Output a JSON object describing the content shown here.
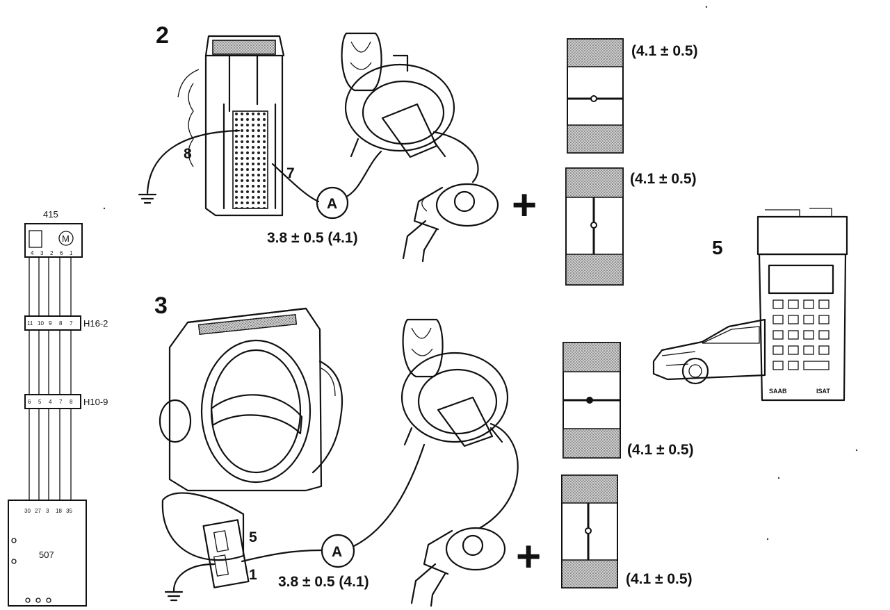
{
  "diagram": {
    "callouts": {
      "step2": "2",
      "step3": "3",
      "step5": "5"
    },
    "wiring": {
      "component_top": "415",
      "motor_symbol": "M",
      "connector_h16": "H16-2",
      "connector_h10": "H10-9",
      "component_bottom": "507",
      "top_pins": [
        "4",
        "3",
        "2",
        "6",
        "1"
      ],
      "h16_pins": [
        "11",
        "10",
        "9",
        "8",
        "7"
      ],
      "h10_pins": [
        "6",
        "5",
        "4",
        "7",
        "8"
      ],
      "bottom_pins": [
        "30",
        "27",
        "3",
        "18",
        "35"
      ]
    },
    "step2": {
      "pin_a": "8",
      "pin_b": "7",
      "meter": "A",
      "reading": "3.8 ± 0.5 (4.1)",
      "plus": "+"
    },
    "step3": {
      "pin_a": "5",
      "pin_b": "1",
      "meter": "A",
      "reading": "3.8 ± 0.5 (4.1)",
      "plus": "+"
    },
    "beam_patterns": [
      {
        "value": "(4.1 ± 0.5)"
      },
      {
        "value": "(4.1 ± 0.5)"
      },
      {
        "value": "(4.1 ± 0.5)"
      },
      {
        "value": "(4.1 ± 0.5)"
      }
    ],
    "tester": {
      "brand": "SAAB",
      "model": "ISAT"
    }
  }
}
